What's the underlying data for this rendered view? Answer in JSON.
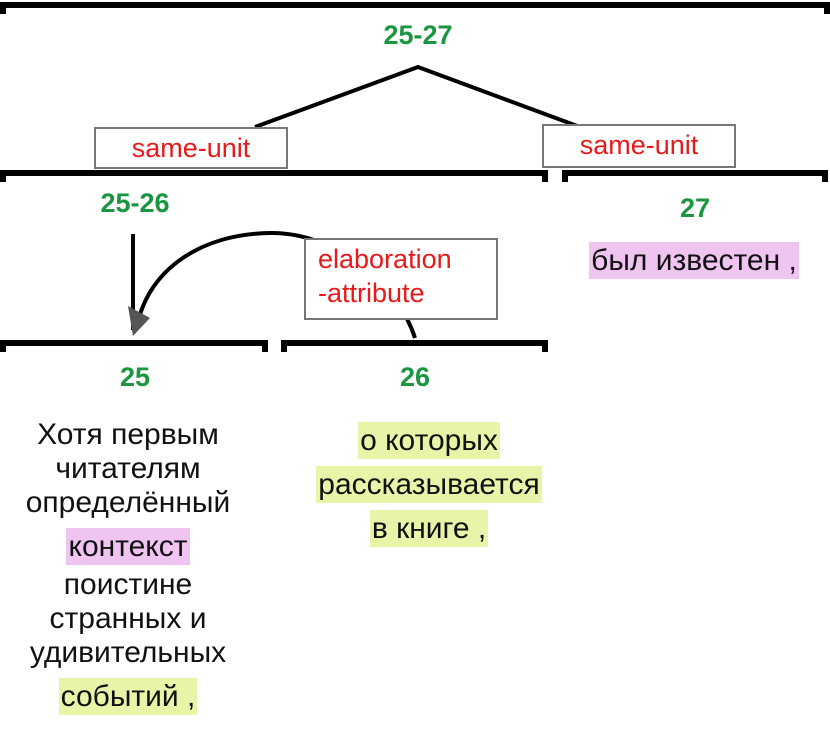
{
  "nodes": {
    "root": "25-27",
    "n2526": "25-26",
    "n27": "27",
    "n25": "25",
    "n26": "26"
  },
  "relations": {
    "same_unit_left": "same-unit",
    "same_unit_right": "same-unit",
    "elaboration_line1": "elaboration",
    "elaboration_line2": "-attribute"
  },
  "texts": {
    "seg25": [
      "Хотя первым",
      "читателям",
      "определённый",
      "контекст",
      "поистине",
      "странных и",
      "удивительных",
      "событий ,"
    ],
    "seg26": [
      "о которых",
      "рассказывается",
      "в книге ,"
    ],
    "seg27": [
      "был известен ,"
    ]
  },
  "colors": {
    "node_label": "#1a9641",
    "relation_label": "#e8191a",
    "highlight_pink": "#f0c4f0",
    "highlight_green": "#e8f4a8"
  }
}
